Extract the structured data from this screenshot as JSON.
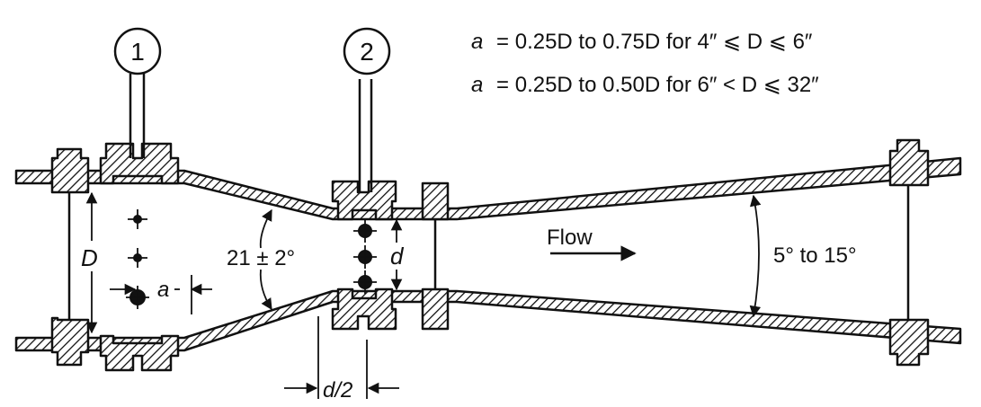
{
  "taps": {
    "upstream": "1",
    "throat": "2"
  },
  "equations": {
    "eq1": {
      "var": "a",
      "rest": "= 0.25D to 0.75D for 4″ ⩽ D ⩽ 6″"
    },
    "eq2": {
      "var": "a",
      "rest": "= 0.25D to 0.50D for 6″ < D ⩽ 32″"
    }
  },
  "labels": {
    "diameter": "D",
    "throat_diameter": "d",
    "tap_distance": "a",
    "convergent_angle": "21 ± 2°",
    "flow": "Flow",
    "divergent_angle": "5° to 15°",
    "half_throat": "d/2"
  }
}
